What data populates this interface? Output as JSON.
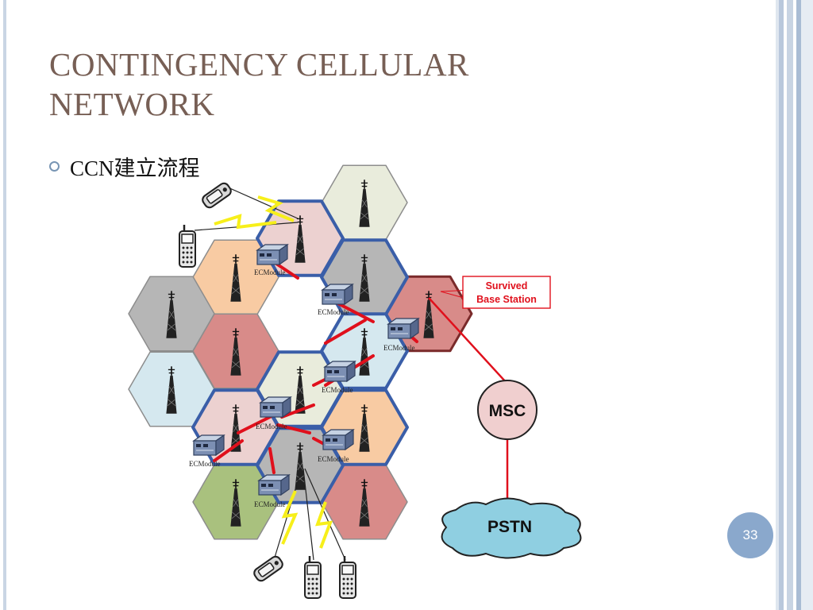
{
  "slide": {
    "title_line1": "CONTINGENCY CELLULAR",
    "title_line2": "NETWORK",
    "bullet": "CCN建立流程",
    "page_number": "33"
  },
  "diagram": {
    "callout": {
      "line1": "Survived",
      "line2": "Base Station"
    },
    "msc_label": "MSC",
    "pstn_label": "PSTN",
    "module_label": "ECModule",
    "cells": [
      {
        "id": "top-right",
        "fill": "#e9ecdc"
      },
      {
        "id": "top-pink",
        "fill": "#ecd1d0"
      },
      {
        "id": "survived",
        "fill": "#d88b89"
      },
      {
        "id": "grey-top",
        "fill": "#b6b6b6"
      },
      {
        "id": "orange-left",
        "fill": "#f8cba3"
      },
      {
        "id": "grey-left",
        "fill": "#b6b6b6"
      },
      {
        "id": "red-left",
        "fill": "#d88b89"
      },
      {
        "id": "blue-left",
        "fill": "#d5e8ef"
      },
      {
        "id": "blue-center",
        "fill": "#d5e8ef"
      },
      {
        "id": "cream-center",
        "fill": "#e9ecdc"
      },
      {
        "id": "pink-lower-left",
        "fill": "#ecd1d0"
      },
      {
        "id": "orange-lower",
        "fill": "#f8cba3"
      },
      {
        "id": "grey-bottom",
        "fill": "#b6b6b6"
      },
      {
        "id": "green-bottom",
        "fill": "#a9c17e"
      },
      {
        "id": "red-bottom",
        "fill": "#d88b89"
      }
    ],
    "colors": {
      "path_highlight": "#3a5ea8",
      "relay_link": "#e0101c",
      "msc_fill": "#f0cfcf",
      "pstn_fill": "#8fcfe1",
      "lightning": "#f7ef1a"
    }
  }
}
